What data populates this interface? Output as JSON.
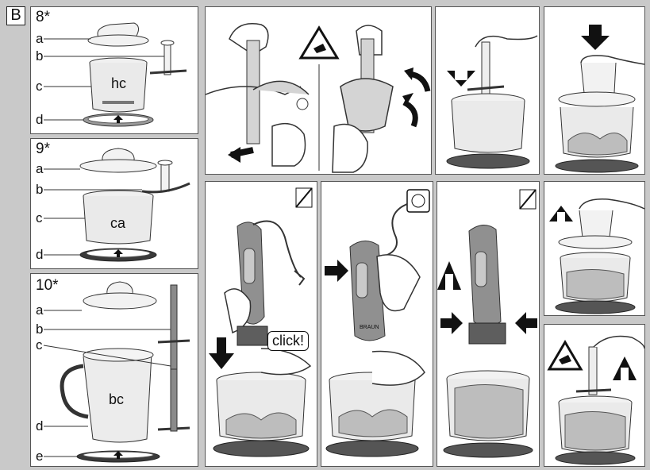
{
  "section_letter": "B",
  "panel_8": {
    "number": "8*",
    "labels": [
      "a",
      "b",
      "c",
      "d"
    ],
    "code": "hc"
  },
  "panel_9": {
    "number": "9*",
    "labels": [
      "a",
      "b",
      "c",
      "d"
    ],
    "code": "ca"
  },
  "panel_10": {
    "number": "10*",
    "labels": [
      "a",
      "b",
      "c",
      "d",
      "e"
    ],
    "code": "bc"
  },
  "click_text": "click!",
  "brand_text": "BRAUN",
  "colors": {
    "background": "#c9c9c9",
    "panel": "#ffffff",
    "line": "#333333",
    "gray_fill": "#d4d4d4",
    "dark_fill": "#6e6e6e"
  },
  "icons": [
    "warning-hand-blade-icon",
    "no-plug-icon",
    "plug-socket-icon",
    "arrow-icon"
  ]
}
